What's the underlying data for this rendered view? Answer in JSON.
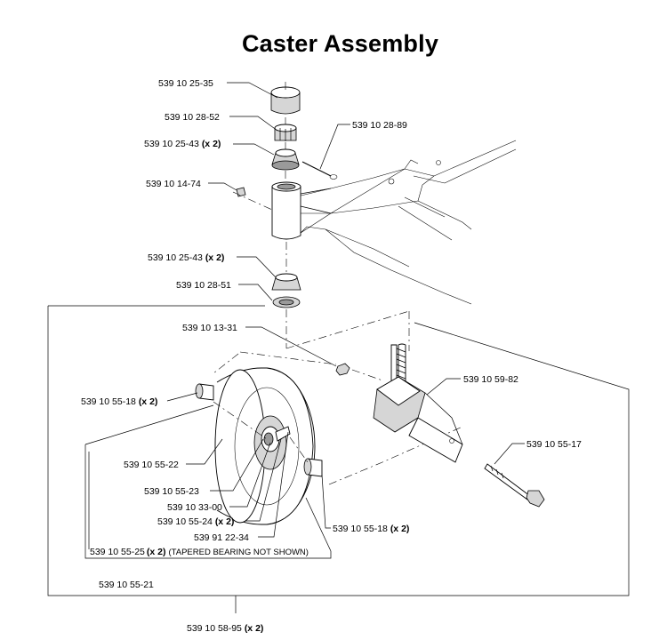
{
  "title": "Caster Assembly",
  "labels": {
    "p539_10_25_35": "539 10 25-35",
    "p539_10_28_52": "539 10 28-52",
    "p539_10_25_43_top": "539 10 25-43",
    "p539_10_28_89": "539 10 28-89",
    "p539_10_14_74": "539 10 14-74",
    "p539_10_25_43_low": "539 10 25-43",
    "p539_10_28_51": "539 10 28-51",
    "p539_10_13_31": "539 10 13-31",
    "p539_10_55_18_left": "539 10 55-18",
    "p539_10_59_82": "539 10 59-82",
    "p539_10_55_17": "539 10 55-17",
    "p539_10_55_22": "539 10 55-22",
    "p539_10_55_23": "539 10 55-23",
    "p539_10_33_00": "539 10 33-00",
    "p539_10_55_24": "539 10 55-24",
    "p539_10_55_18_right": "539 10 55-18",
    "p539_91_22_34": "539 91 22-34",
    "p539_10_55_25": "539 10 55-25",
    "p539_10_55_25_note": "(TAPERED BEARING NOT SHOWN)",
    "p539_10_55_21": "539 10 55-21",
    "p539_10_58_95": "539 10 58-95"
  },
  "quantity": "(x 2)"
}
